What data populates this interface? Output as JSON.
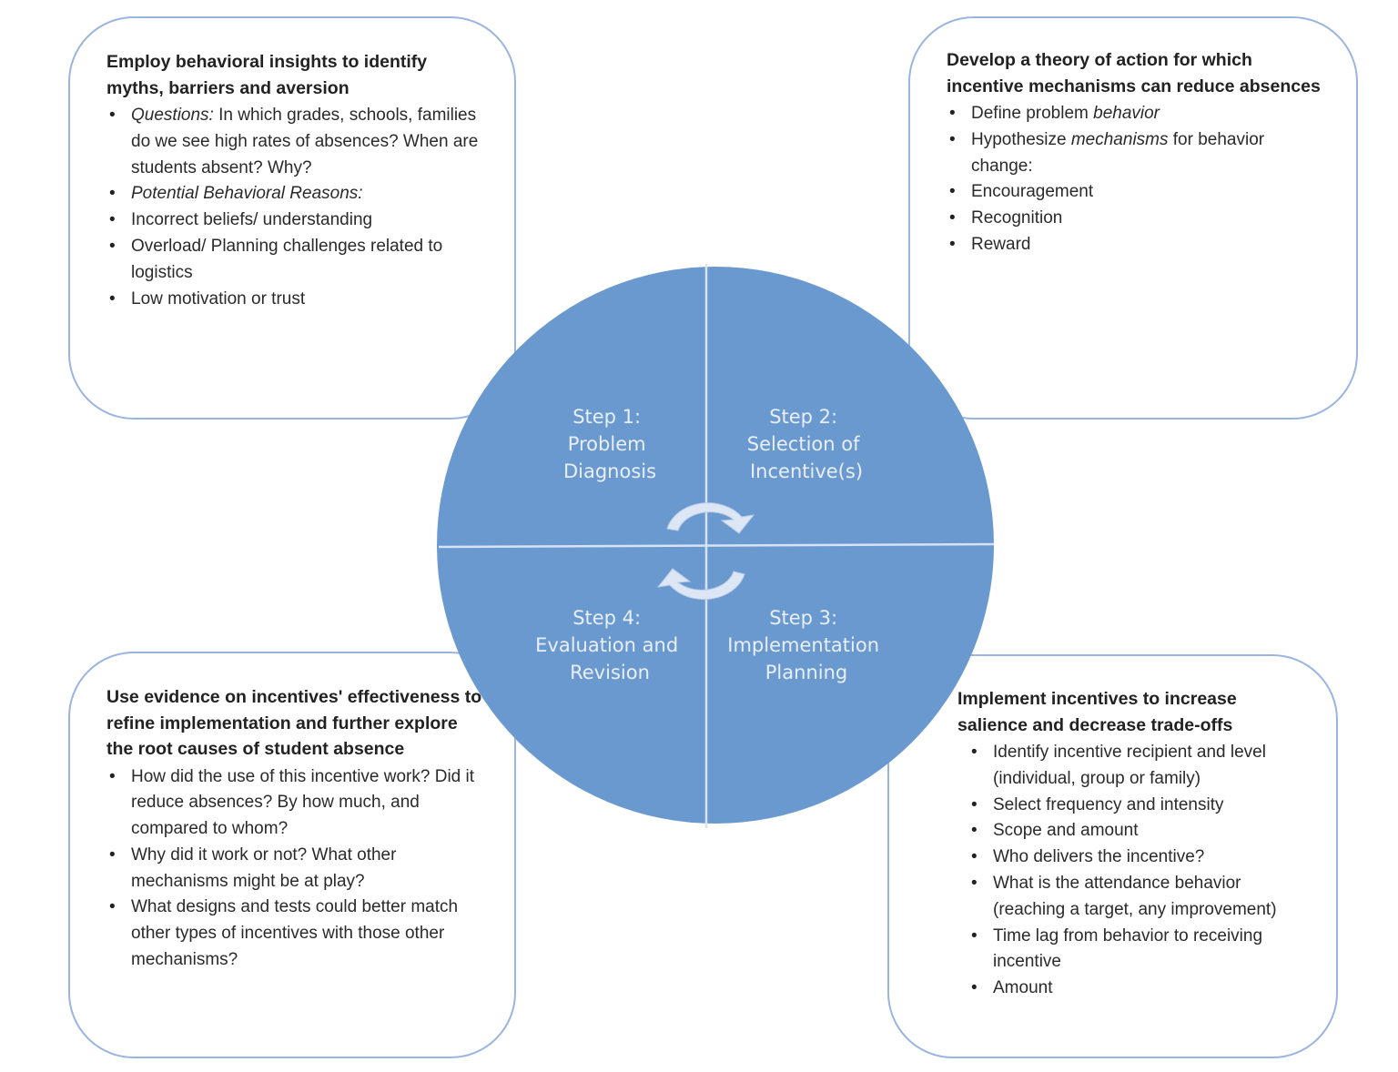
{
  "colors": {
    "wheel": "#6a99d0",
    "divider": "#d6e3f4",
    "card_border": "#9ab4e2",
    "arrow": "#dce6f4"
  },
  "cards": {
    "top_left": {
      "heading": "Employ behavioral insights to identify myths, barriers and aversion",
      "items": [
        {
          "em": "Questions:",
          "text": " In which grades, schools, families do we see high rates of absences? When are students absent? Why?"
        },
        {
          "em": "Potential Behavioral Reasons:",
          "text": ""
        },
        {
          "em": "",
          "text": "Incorrect beliefs/ understanding"
        },
        {
          "em": "",
          "text": "Overload/ Planning challenges related to logistics"
        },
        {
          "em": "",
          "text": "Low motivation or trust"
        }
      ]
    },
    "top_right": {
      "heading": "Develop a theory of action for which incentive mechanisms can reduce absences",
      "items": [
        {
          "pre": "Define problem ",
          "em": "behavior",
          "post": ""
        },
        {
          "pre": "Hypothesize ",
          "em": "mechanisms",
          "post": " for behavior change:"
        },
        {
          "pre": "Encouragement",
          "em": "",
          "post": ""
        },
        {
          "pre": "Recognition",
          "em": "",
          "post": ""
        },
        {
          "pre": "Reward",
          "em": "",
          "post": ""
        }
      ]
    },
    "bottom_left": {
      "heading": "Use evidence on incentives' effectiveness to refine implementation and further explore the root causes of student absence",
      "items": [
        "How did the use of this incentive work? Did it reduce absences? By how much, and compared to whom?",
        "Why did it work or not? What other mechanisms might be at play?",
        "What designs and tests could better match other types of incentives with those other mechanisms?"
      ]
    },
    "bottom_right": {
      "heading": "Implement incentives to increase salience and decrease trade-offs",
      "items": [
        "Identify incentive recipient and level (individual, group or family)",
        "Select frequency and intensity",
        "Scope and amount",
        "Who delivers the incentive?",
        "What is the attendance behavior (reaching a target, any improvement)",
        "Time lag from behavior to receiving incentive",
        "Amount"
      ]
    }
  },
  "steps": {
    "step1": {
      "line1": "Step 1:",
      "line2": "Problem",
      "line3": "Diagnosis"
    },
    "step2": {
      "line1": "Step 2:",
      "line2": "Selection of",
      "line3": "Incentive(s)"
    },
    "step3": {
      "line1": "Step 3:",
      "line2": "Implementation",
      "line3": "Planning"
    },
    "step4": {
      "line1": "Step 4:",
      "line2": "Evaluation and",
      "line3": "Revision"
    }
  }
}
